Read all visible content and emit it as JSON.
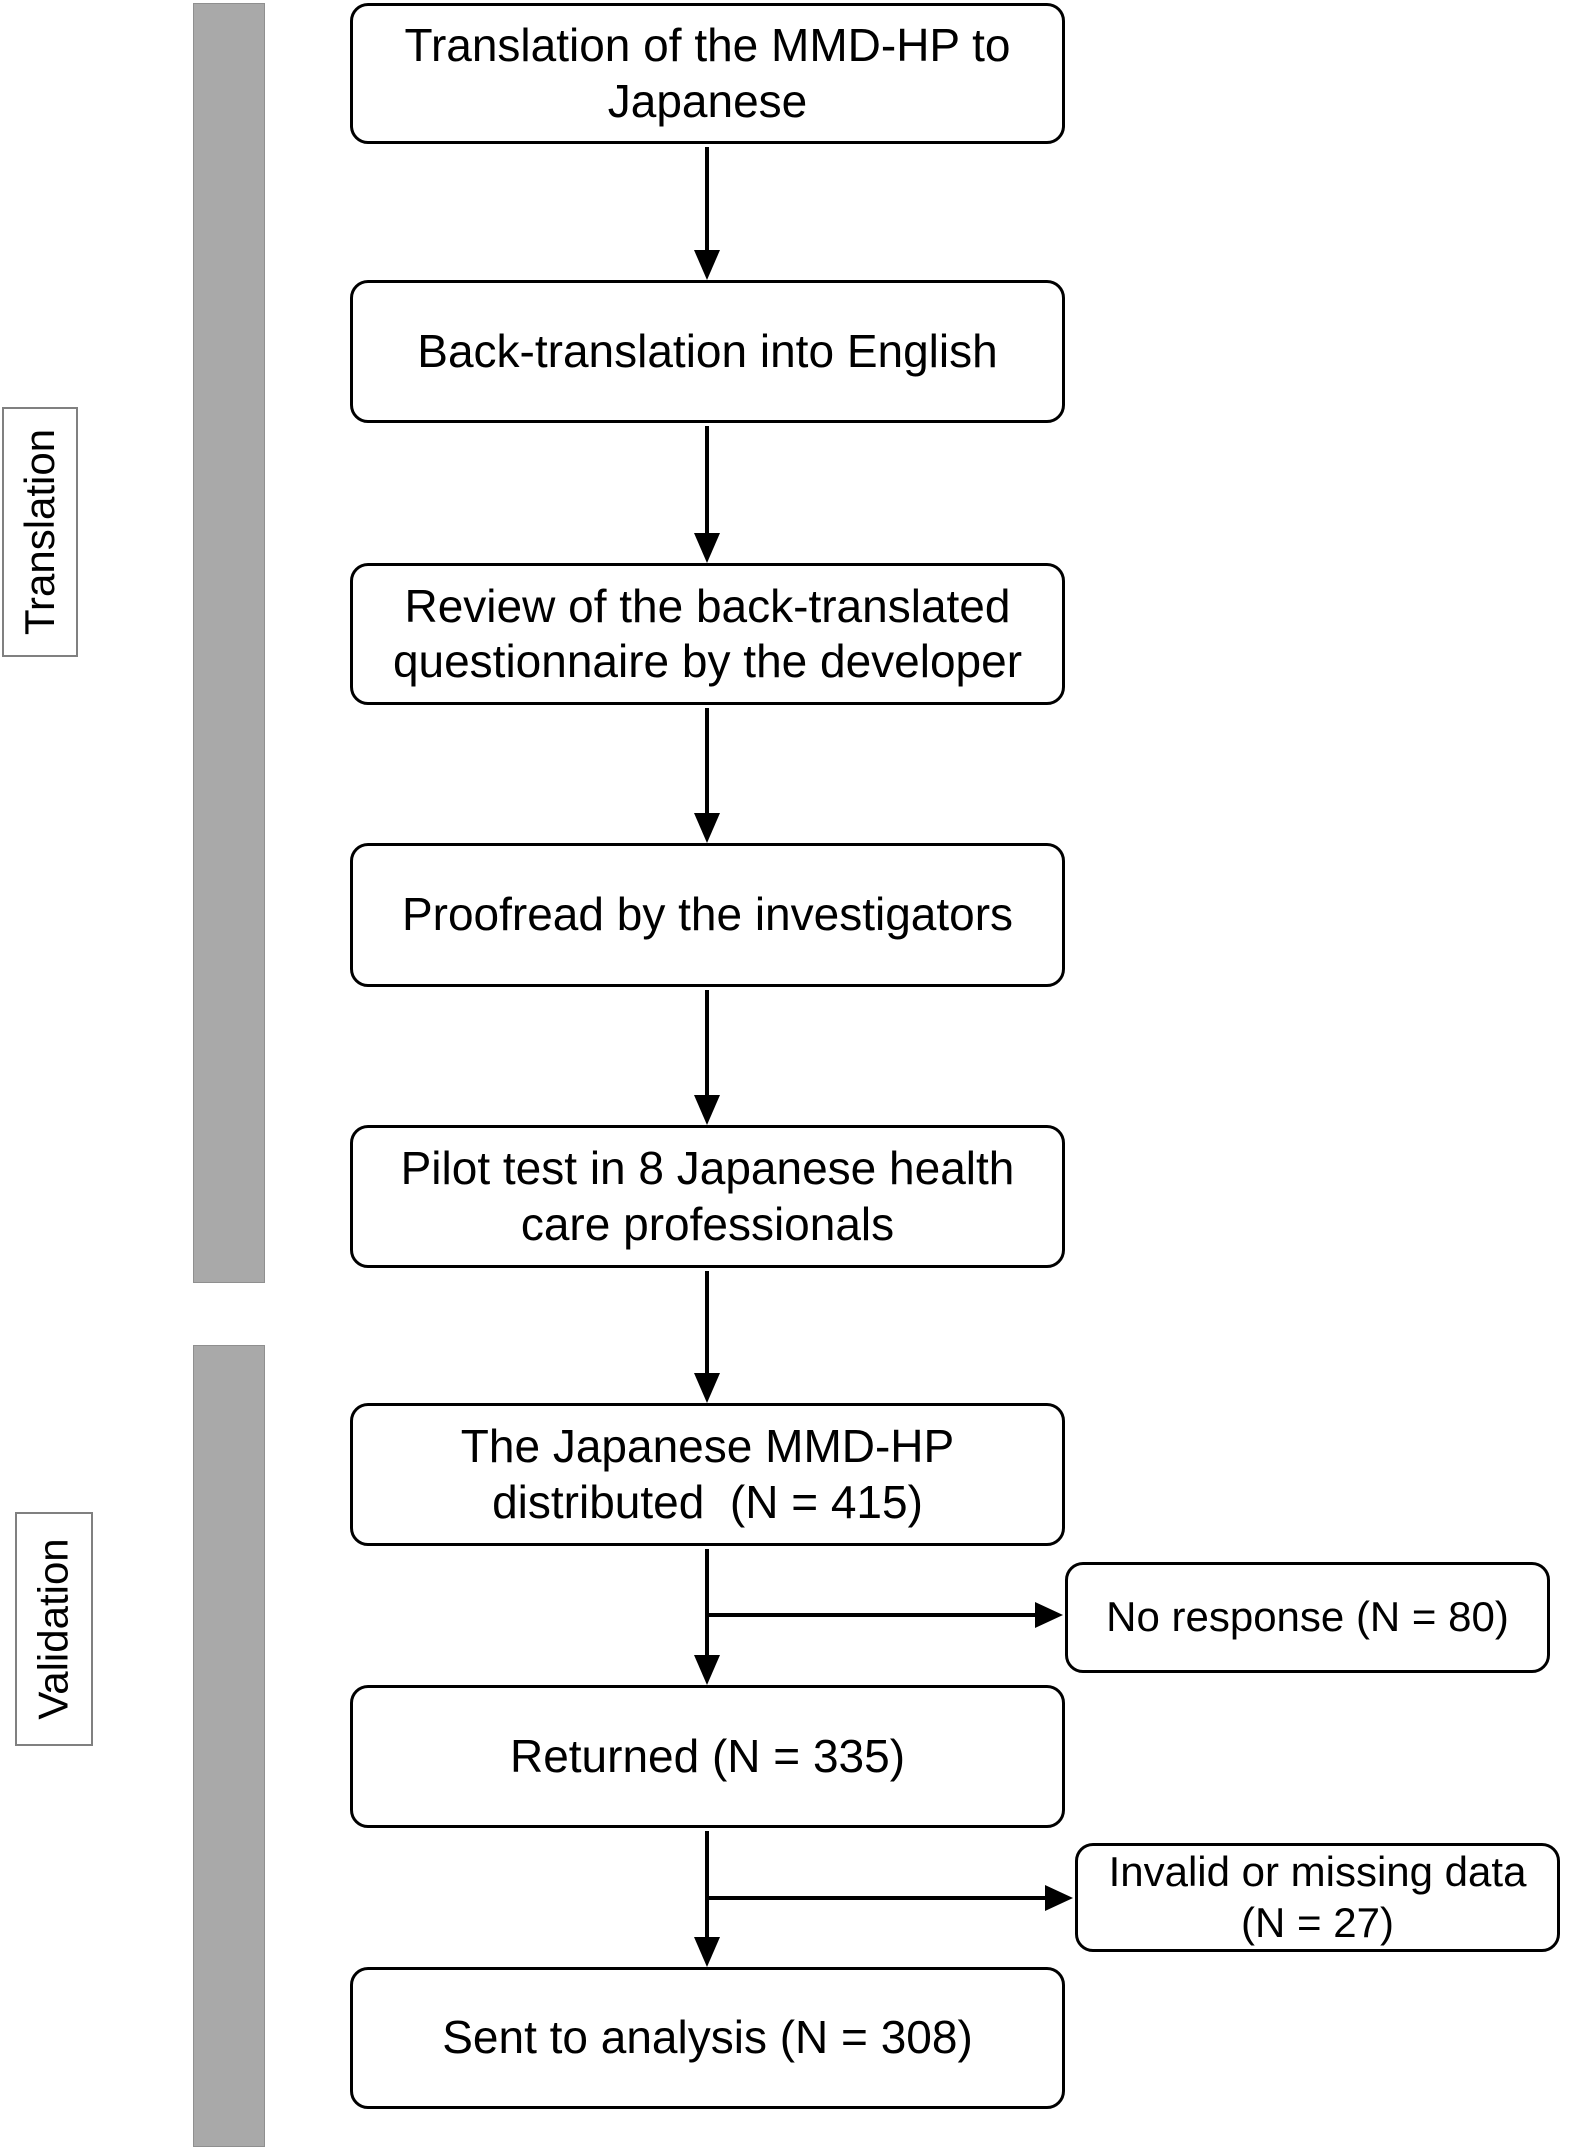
{
  "diagram": {
    "sections": [
      {
        "label": "Translation"
      },
      {
        "label": "Validation"
      }
    ],
    "flow_boxes": [
      {
        "text": "Translation of the MMD-HP to\nJapanese"
      },
      {
        "text": "Back-translation into English"
      },
      {
        "text": "Review of the back-translated\nquestionnaire by the developer"
      },
      {
        "text": "Proofread by the investigators"
      },
      {
        "text": "Pilot test in 8 Japanese health\ncare professionals"
      },
      {
        "text": "The Japanese MMD-HP\ndistributed  (N = 415)"
      },
      {
        "text": "Returned (N = 335)"
      },
      {
        "text": "Sent to analysis (N = 308)"
      }
    ],
    "side_boxes": [
      {
        "text": "No response (N = 80)"
      },
      {
        "text": "Invalid or missing data\n(N = 27)"
      }
    ],
    "colors": {
      "section_bar": "#a9a9a9",
      "box_border": "#000000",
      "label_border": "#808080",
      "text": "#000000",
      "background": "#ffffff"
    }
  }
}
